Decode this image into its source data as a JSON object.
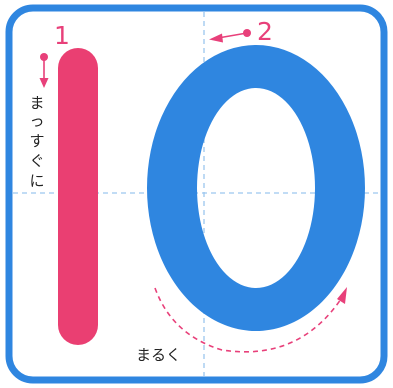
{
  "stroke_labels": {
    "first": "1",
    "second": "2"
  },
  "hints": {
    "straight": [
      "ま",
      "っ",
      "す",
      "ぐ",
      "に"
    ],
    "round": "まるく"
  },
  "colors": {
    "frame": "#2f86e0",
    "guide": "#9cc6ef",
    "digit_one": "#ea3f72",
    "digit_zero": "#2f86e0",
    "arrow": "#e8407a",
    "hint_text": "#222222"
  }
}
